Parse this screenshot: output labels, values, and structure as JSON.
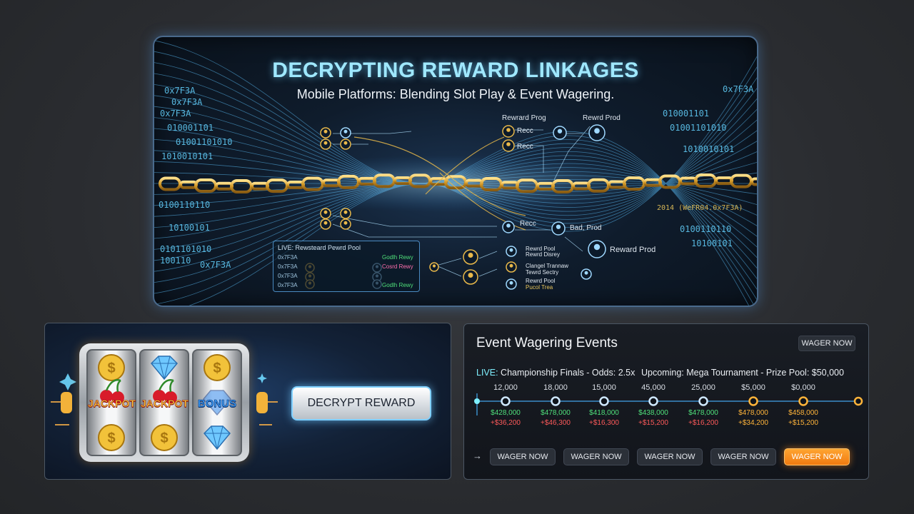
{
  "hero": {
    "title": "DECRYPTING REWARD LINKAGES",
    "subtitle": "Mobile Platforms: Blending Slot Play & Event Wagering.",
    "hex_code": "0x7F3A",
    "binary_rows": [
      "010001101",
      "01001101010",
      "1010010101",
      "0100110110",
      "10100101",
      "0101101010",
      "100110"
    ],
    "node_labels": {
      "reward_prog": "Rewrard Prog",
      "reward_prod_top": "Rewrd Prod",
      "reward_prod_right": "Reward Prod",
      "node_a": "Recc",
      "node_b": "Recc",
      "node_c": "Recc",
      "bad_prod": "Bad, Prod",
      "right_a": "Rewrd Pool",
      "right_b": "Rewrd Disrey",
      "right_c": "Clangel Trannaw",
      "right_d": "Tewrd Sectry",
      "right_e": "Pucol Trea",
      "right_f": "Rewrd Pool"
    },
    "live_box": {
      "title": "LIVE: Rewsteard Pewrd Pool",
      "rows": [
        {
          "code": "0x7F3A",
          "tag": "Godlh Rewy"
        },
        {
          "code": "0x7F3A",
          "tag": "Cosrd Rewy"
        },
        {
          "code": "0x7F3A",
          "tag": ""
        },
        {
          "code": "0x7F3A",
          "tag": "Godlh Rewy"
        }
      ]
    },
    "right_code": "2014 (WeFR04.0x7F3A)"
  },
  "slot": {
    "reels": [
      {
        "label": "JACKPOT",
        "top": "coin",
        "bottom": "coin"
      },
      {
        "label": "JACKPOT",
        "top": "diamond",
        "bottom": "coin"
      },
      {
        "label": "BONUS",
        "top": "coin",
        "bottom": "diamond"
      }
    ],
    "decrypt_button": "DECRYPT REWARD"
  },
  "events": {
    "title": "Event Wagering Events",
    "wager_top": "WAGER NOW",
    "live_prefix": "LIVE:",
    "live_text": " Championship Finals - Odds: 2.5x",
    "upcoming_text": "Upcoming: Mega Tournament - Prize Pool: $50,000",
    "timeline": [
      {
        "label": "12,000",
        "green": "$428,000",
        "red": "+$36,200",
        "state": "normal"
      },
      {
        "label": "18,000",
        "green": "$478,000",
        "red": "+$46,300",
        "state": "normal"
      },
      {
        "label": "15,000",
        "green": "$418,000",
        "red": "+$16,300",
        "state": "normal"
      },
      {
        "label": "45,000",
        "green": "$438,000",
        "red": "+$15,200",
        "state": "normal"
      },
      {
        "label": "25,000",
        "green": "$478,000",
        "red": "+$16,200",
        "state": "normal"
      },
      {
        "label": "$5,000",
        "green": "$478,000",
        "red": "+$34,200",
        "state": "orange"
      },
      {
        "label": "$0,000",
        "green": "$458,000",
        "red": "+$15,200",
        "state": "orange"
      }
    ],
    "wager_buttons": [
      {
        "label": "WAGER NOW",
        "active": false
      },
      {
        "label": "WAGER NOW",
        "active": false
      },
      {
        "label": "WAGER NOW",
        "active": false
      },
      {
        "label": "WAGER NOW",
        "active": false
      },
      {
        "label": "WAGER NOW",
        "active": true
      }
    ],
    "arrow": "→"
  },
  "colors": {
    "accent_cyan": "#9fe8ff",
    "chain_gold": "#e8b84a",
    "active_orange": "#f28a1c",
    "positive_green": "#4fe07a",
    "negative_red": "#ff5a5a"
  }
}
